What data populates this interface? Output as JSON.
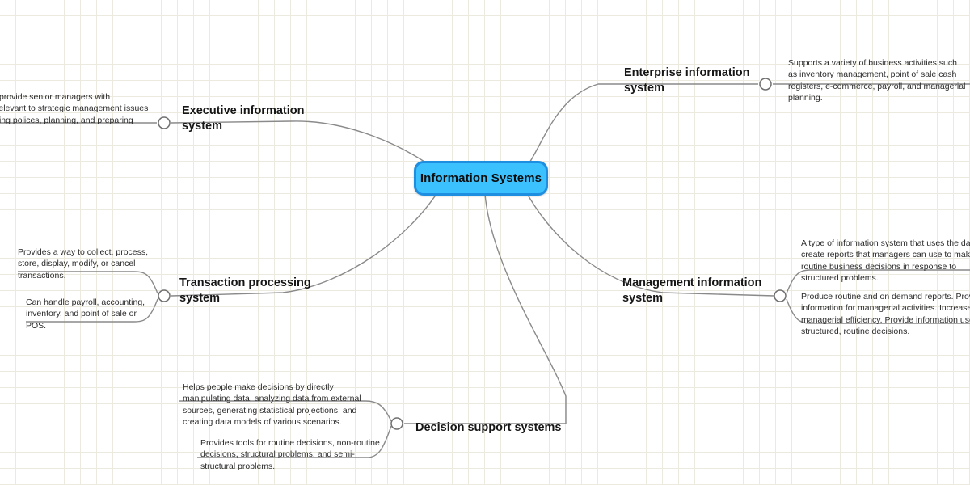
{
  "app": {
    "type": "mind-map",
    "background": "#ffffff",
    "grid_color": "#eceadf",
    "edge_color": "#8a8a8a"
  },
  "root": {
    "label": "Information Systems",
    "fill": "#3cc1ff",
    "border": "#1e8fe0",
    "text_color": "#0d0d0d"
  },
  "topics": {
    "enterprise": {
      "label": "Enterprise information\nsystem"
    },
    "executive": {
      "label": "Executive information\nsystem"
    },
    "transaction": {
      "label": "Transaction processing\nsystem"
    },
    "management": {
      "label": "Management information\nsystem"
    },
    "decision": {
      "label": "Decision support systems"
    }
  },
  "notes": {
    "enterprise_1": "Supports a variety of business activities such as inventory management, point of sale cash registers, e-commerce, payroll, and managerial planning.",
    "executive_1": "Designed to provide senior managers with information relevant to strategic management issues such as, setting polices, planning, and preparing budgets.",
    "transaction_1": "Provides a way to collect, process, store, display, modify, or cancel transactions.",
    "transaction_2": "Can handle payroll, accounting, inventory, and point of sale or POS.",
    "management_1": "A type of information system that uses the data to create reports that managers can use to make routine business decisions in response to structured problems.",
    "management_2": "Produce routine and on demand reports. Provide information for managerial activities. Increase managerial efficiency. Provide information used in structured, routine decisions.",
    "decision_1": "Helps people make decisions by directly manipulating data, analyzing data from external sources, generating statistical projections, and creating data models of various scenarios.",
    "decision_2": "Provides tools for routine decisions, non-routine decisions, structural problems, and semi-structural problems."
  }
}
